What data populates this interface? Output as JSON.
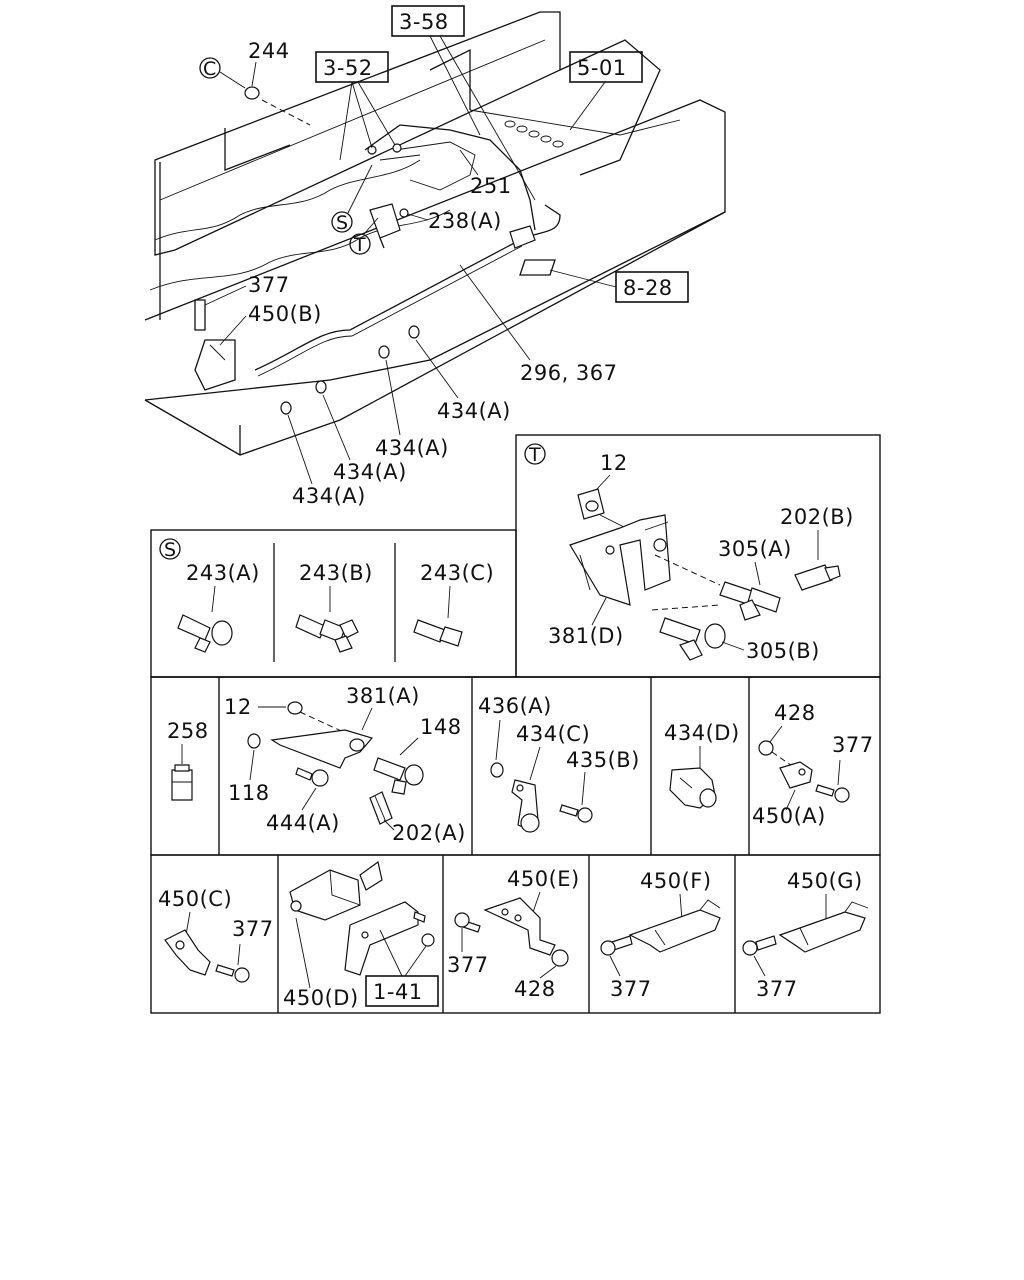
{
  "refs": {
    "r358": "3-58",
    "r352": "3-52",
    "r501": "5-01",
    "r828": "8-28",
    "r141": "1-41"
  },
  "circle_marks": {
    "c": "C",
    "s": "S",
    "t": "T"
  },
  "top_callouts": {
    "p244": "244",
    "p251": "251",
    "p238a": "238(A)",
    "p377": "377",
    "p450b": "450(B)",
    "p296": "296, 367",
    "p434a_1": "434(A)",
    "p434a_2": "434(A)",
    "p434a_3": "434(A)",
    "p434a_4": "434(A)"
  },
  "panel_s": {
    "p243a": "243(A)",
    "p243b": "243(B)",
    "p243c": "243(C)"
  },
  "panel_t": {
    "p12": "12",
    "p202b": "202(B)",
    "p305a": "305(A)",
    "p381d": "381(D)",
    "p305b": "305(B)"
  },
  "row3": {
    "p258": "258",
    "p12": "12",
    "p381a": "381(A)",
    "p148": "148",
    "p118": "118",
    "p444a": "444(A)",
    "p202a": "202(A)",
    "p436a": "436(A)",
    "p434c": "434(C)",
    "p435b": "435(B)",
    "p434d": "434(D)",
    "p428": "428",
    "p377": "377",
    "p450a": "450(A)"
  },
  "row4": {
    "p450c": "450(C)",
    "p377_c": "377",
    "p450d": "450(D)",
    "p450e": "450(E)",
    "p377_e": "377",
    "p428_e": "428",
    "p450f": "450(F)",
    "p377_f": "377",
    "p450g": "450(G)",
    "p377_g": "377"
  }
}
